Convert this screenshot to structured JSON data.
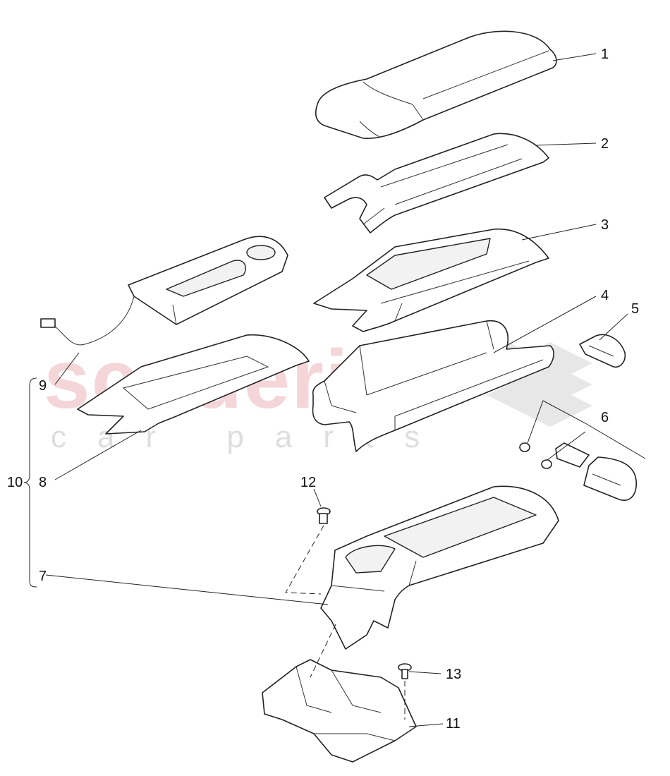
{
  "watermark": {
    "brand": "scuderia",
    "tagline": "car parts"
  },
  "callouts": {
    "c1": "1",
    "c2": "2",
    "c3": "3",
    "c4": "4",
    "c5": "5",
    "c6": "6",
    "c7": "7",
    "c8": "8",
    "c9": "9",
    "c10": "10",
    "c11": "11",
    "c12": "12",
    "c13": "13"
  },
  "colors": {
    "line": "#222222",
    "watermark_red": "#e8a4a8",
    "watermark_grey": "#c8c8c8"
  }
}
